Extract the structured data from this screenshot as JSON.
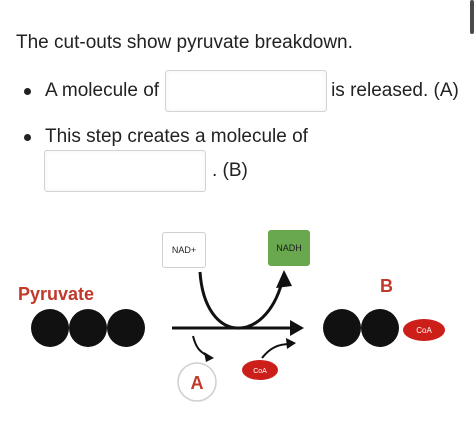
{
  "question": {
    "heading": "The cut-outs show pyruvate breakdown.",
    "bullet1_before": "A molecule of",
    "bullet1_after": "is released. (A)",
    "bullet2": "This step creates a molecule of",
    "bullet2_after": ". (B)"
  },
  "diagram": {
    "pyruvate_label": "Pyruvate",
    "nad_plus": "NAD+",
    "nadh": "NADH",
    "coa_small": "CoA",
    "coa_product": "CoA",
    "label_a": "A",
    "label_b": "B",
    "colors": {
      "label_red": "#c0392b",
      "nadh_green": "#6aa84f",
      "coa_red": "#cc1f1a",
      "molecule_black": "#111111"
    }
  }
}
